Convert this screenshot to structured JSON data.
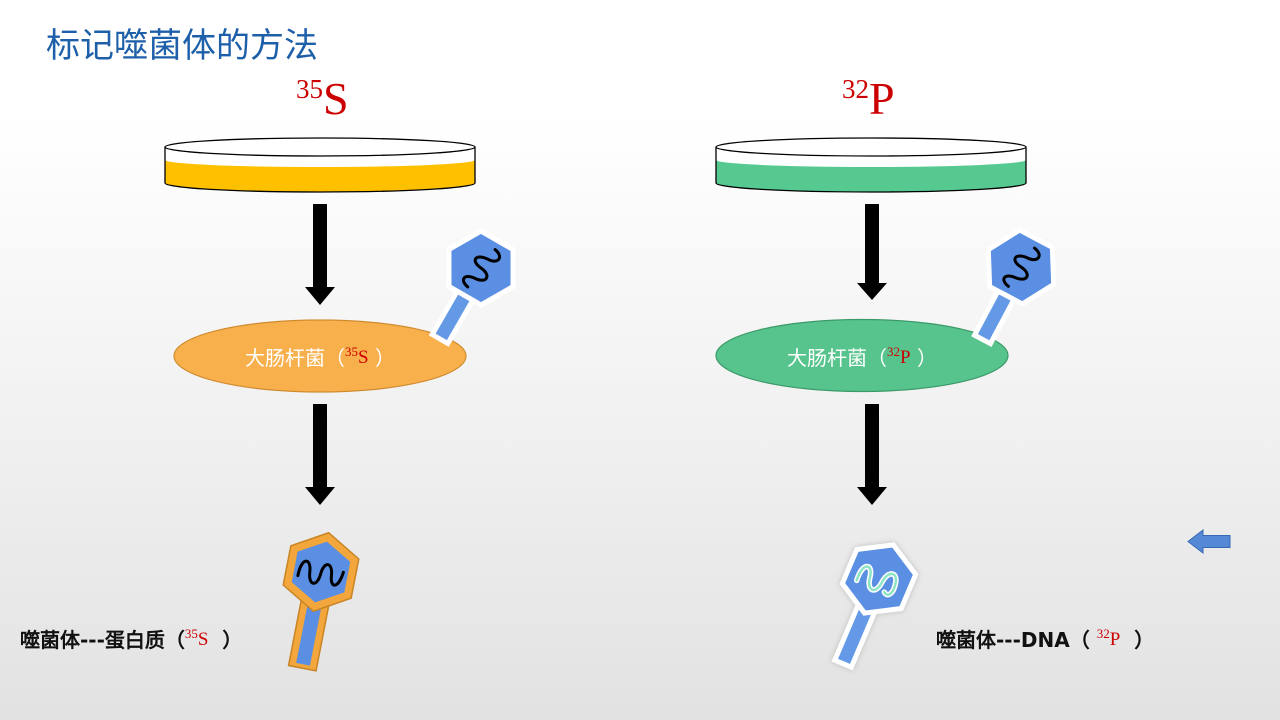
{
  "slide": {
    "title": "标记噬菌体的方法"
  },
  "colors": {
    "title": "#1e5faa",
    "isotope": "#cc0000",
    "label_dark": "#111111",
    "sulfur_medium": "#ffc000",
    "phosphorus_medium": "#55c990",
    "sulfur_bacteria": "#f8b04d",
    "phosphorus_bacteria": "#58c48d",
    "phage_head": "#5a8fe3",
    "phage_tail": "#6499e6",
    "protein_coat": "#f2a63c",
    "labeled_dna": "#8fe3c6",
    "arrow": "#000000",
    "nav_arrow": "#5589d6"
  },
  "columns": [
    {
      "isotope": {
        "mass": "35",
        "symbol": "S"
      },
      "icons": {
        "medium": "culture-dish-icon",
        "step": "down-arrow-icon",
        "infecting_phage": "phage-icon",
        "result_phage": "protein-labeled-phage-icon"
      },
      "bacteria": {
        "prefix": "大肠杆菌（",
        "mass": "35",
        "symbol": "S",
        "suffix": " ）"
      },
      "result": {
        "prefix": "噬菌体---蛋白质（",
        "mass": "35",
        "symbol": "S",
        "suffix": "  ）"
      }
    },
    {
      "isotope": {
        "mass": "32",
        "symbol": "P"
      },
      "icons": {
        "medium": "culture-dish-icon",
        "step": "down-arrow-icon",
        "infecting_phage": "phage-icon",
        "result_phage": "dna-labeled-phage-icon"
      },
      "bacteria": {
        "prefix": "大肠杆菌（",
        "mass": "32",
        "symbol": "P",
        "suffix": " ）"
      },
      "result": {
        "prefix": "噬菌体---DNA（ ",
        "mass": "32",
        "symbol": "P",
        "suffix": "  ）"
      }
    }
  ],
  "nav": {
    "icon": "left-arrow-icon"
  }
}
